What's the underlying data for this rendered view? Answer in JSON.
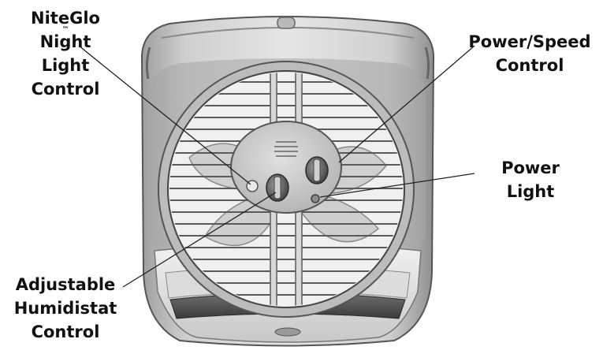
{
  "callouts": {
    "niteglo": {
      "line1": "NiteGlo",
      "trademark": "™",
      "line2": "Night",
      "line3": "Light",
      "line4": "Control"
    },
    "power_speed": {
      "line1": "Power/Speed",
      "line2": "Control"
    },
    "power_light": {
      "line1": "Power",
      "line2": "Light"
    },
    "humidistat": {
      "line1": "Adjustable",
      "line2": "Humidistat",
      "line3": "Control"
    }
  },
  "colors": {
    "ink": "#111111",
    "housing": "#c9c9c9",
    "housing_dark": "#9a9a9a",
    "grille": "#e4e4e4",
    "panel": "#bdbdbd"
  }
}
